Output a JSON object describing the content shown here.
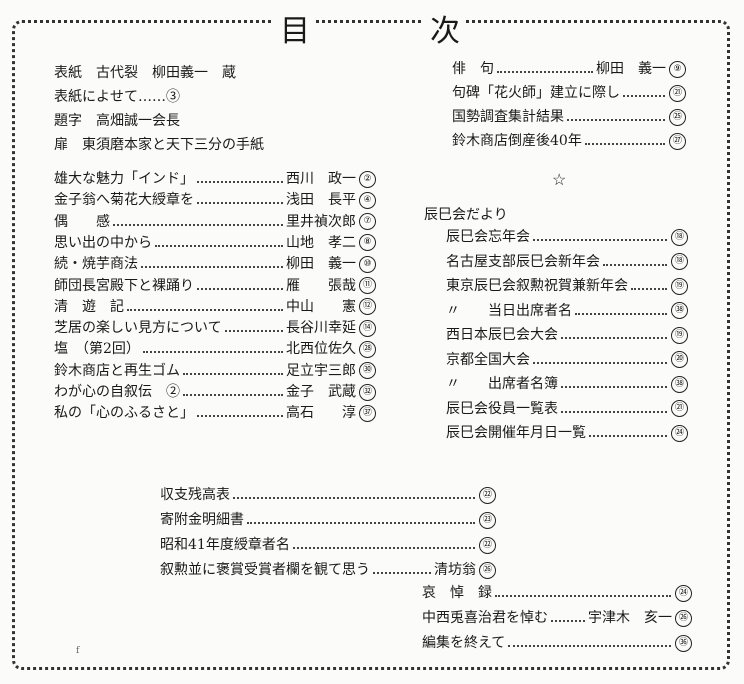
{
  "title": {
    "char1": "目",
    "char2": "次"
  },
  "front": [
    "表紙　古代裂　柳田義一　蔵",
    "表紙によせて……③",
    "題字　高畑誠一会長",
    "扉　東須磨本家と天下三分の手紙"
  ],
  "articles": [
    {
      "title": "雄大な魅力「インド」",
      "author": "西川　政一",
      "page": "2"
    },
    {
      "title": "金子翁へ菊花大綬章を",
      "author": "浅田　長平",
      "page": "4"
    },
    {
      "title": "偶　　感",
      "author": "里井禎次郎",
      "page": "7"
    },
    {
      "title": "思い出の中から",
      "author": "山地　孝二",
      "page": "8"
    },
    {
      "title": "続・焼芋商法",
      "author": "柳田　義一",
      "page": "10"
    },
    {
      "title": "師団長宮殿下と裸踊り",
      "author": "雁　　張哉",
      "page": "11"
    },
    {
      "title": "清　遊　記",
      "author": "中山　　憲",
      "page": "12"
    },
    {
      "title": "芝居の楽しい見方について",
      "author": "長谷川幸延",
      "page": "14"
    },
    {
      "title": "塩　（第2回）",
      "author": "北西位佐久",
      "page": "28"
    },
    {
      "title": "鈴木商店と再生ゴム",
      "author": "足立宇三郎",
      "page": "30"
    },
    {
      "title": "わが心の自叙伝　②",
      "author": "金子　武蔵",
      "page": "32"
    },
    {
      "title": "私の「心のふるさと」",
      "author": "高石　　淳",
      "page": "37"
    }
  ],
  "right_top": [
    {
      "title": "俳　句",
      "author": "柳田　義一",
      "page": "9"
    },
    {
      "title": "句碑「花火師」建立に際し",
      "author": "",
      "page": "21"
    },
    {
      "title": "国勢調査集計結果",
      "author": "",
      "page": "25"
    },
    {
      "title": "鈴木商店倒産後40年",
      "author": "",
      "page": "27"
    }
  ],
  "star": "☆",
  "tatsumi_heading": "辰巳会だより",
  "tatsumi": [
    {
      "title": "辰巳会忘年会",
      "page": "18"
    },
    {
      "title": "名古屋支部辰巳会新年会",
      "page": "18"
    },
    {
      "title": "東京辰巳会叙勲祝賀兼新年会",
      "page": "19"
    },
    {
      "title": "〃　　当日出席者名",
      "page": "38"
    },
    {
      "title": "西日本辰巳会大会",
      "page": "19"
    },
    {
      "title": "京都全国大会",
      "page": "20"
    },
    {
      "title": "〃　　出席者名簿",
      "page": "38"
    },
    {
      "title": "辰巳会役員一覧表",
      "page": "21"
    },
    {
      "title": "辰巳会開催年月日一覧",
      "page": "24"
    }
  ],
  "bottom": [
    {
      "title": "収支残高表",
      "author": "",
      "page": "22"
    },
    {
      "title": "寄附金明細書",
      "author": "",
      "page": "23"
    },
    {
      "title": "昭和41年度綬章者名",
      "author": "",
      "page": "22"
    },
    {
      "title": "叙勲並に褒賞受賞者欄を観て思う",
      "author": "清坊翁",
      "page": "26"
    }
  ],
  "bottom_right": [
    {
      "title": "哀　悼　録",
      "author": "",
      "page": "24"
    },
    {
      "title": "中西兎喜治君を悼む",
      "author": "宇津木　亥一",
      "page": "26"
    },
    {
      "title": "編集を終えて",
      "author": "",
      "page": "36"
    }
  ],
  "stray_mark": "f"
}
